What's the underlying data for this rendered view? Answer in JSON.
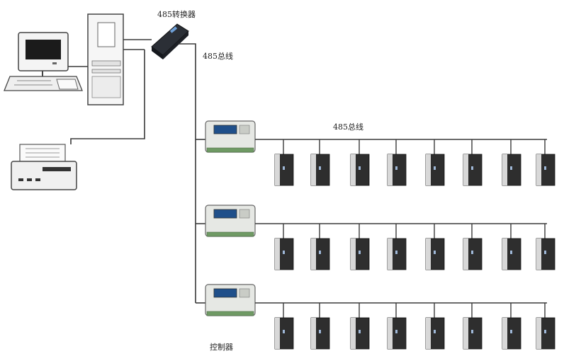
{
  "labels": {
    "converter": "485转换器",
    "bus_main": "485总线",
    "bus_row": "485总线",
    "controller": "控制器"
  },
  "topology": {
    "controller_count": 3,
    "readers_per_controller": 8
  },
  "colors": {
    "line": "#3a3a3a",
    "controller_body": "#e6e8e4",
    "controller_screen": "#1f4f8a",
    "reader_body": "#2e2e2e",
    "reader_edge": "#d8d8d8"
  },
  "icons": [
    "desktop-computer-icon",
    "monitor-icon",
    "tower-case-icon",
    "printer-icon",
    "converter-device-icon",
    "controller-icon",
    "card-reader-icon"
  ]
}
